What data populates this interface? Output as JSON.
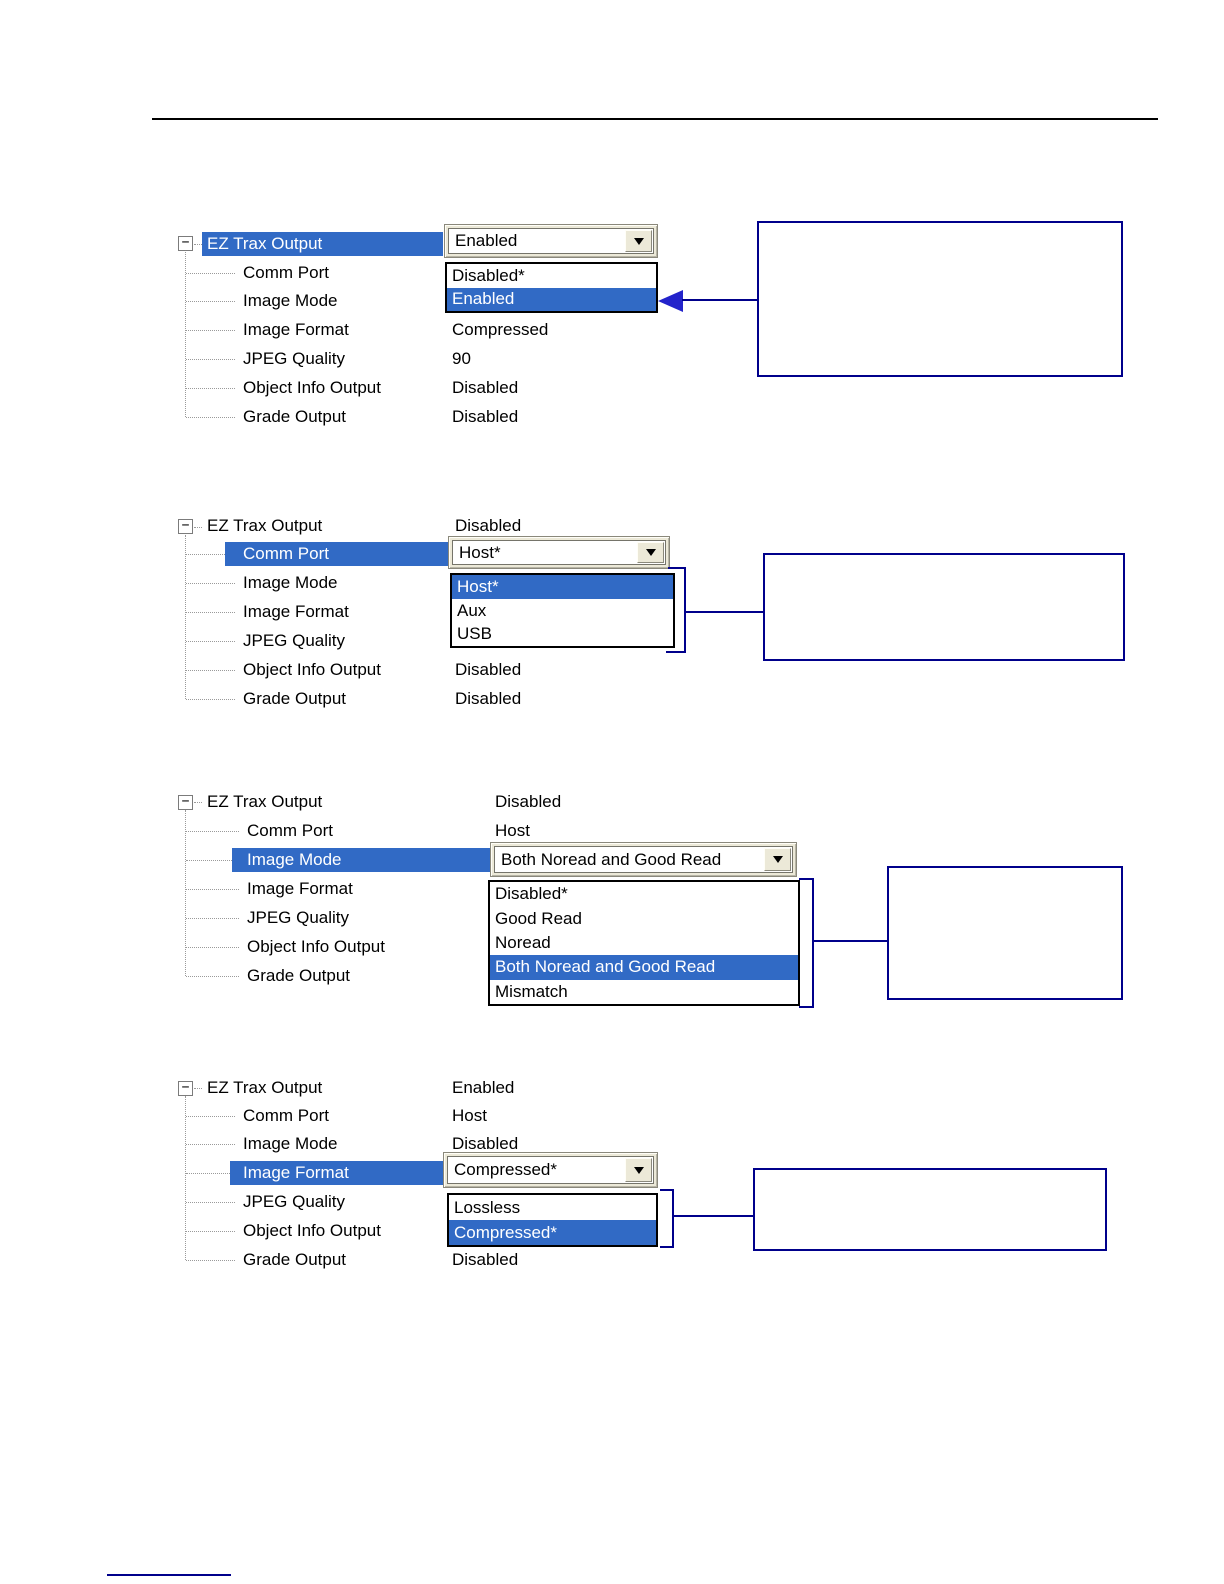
{
  "icons": {
    "tree_collapse": "−"
  },
  "colors": {
    "selection_blue": "#316ac5",
    "callout_navy": "#00008b",
    "arrow_blue": "#2323cb",
    "combo_face": "#ece9d8"
  },
  "sections": [
    {
      "id": "ez-trax-output-dropdown",
      "root": {
        "label": "EZ Trax Output",
        "value": ""
      },
      "children": [
        {
          "label": "Comm Port",
          "value": ""
        },
        {
          "label": "Image Mode",
          "value": ""
        },
        {
          "label": "Image Format",
          "value": "Compressed"
        },
        {
          "label": "JPEG Quality",
          "value": "90"
        },
        {
          "label": "Object Info Output",
          "value": "Disabled"
        },
        {
          "label": "Grade Output",
          "value": "Disabled"
        }
      ],
      "combobox": {
        "attached_to": "EZ Trax Output",
        "value": "Enabled"
      },
      "dropdown_items": [
        {
          "label": "Disabled*",
          "selected": false
        },
        {
          "label": "Enabled",
          "selected": true
        }
      ]
    },
    {
      "id": "comm-port-dropdown",
      "root": {
        "label": "EZ Trax Output",
        "value": "Disabled"
      },
      "children": [
        {
          "label": "Comm Port",
          "value": ""
        },
        {
          "label": "Image Mode",
          "value": ""
        },
        {
          "label": "Image Format",
          "value": ""
        },
        {
          "label": "JPEG Quality",
          "value": ""
        },
        {
          "label": "Object Info Output",
          "value": "Disabled"
        },
        {
          "label": "Grade Output",
          "value": "Disabled"
        }
      ],
      "combobox": {
        "attached_to": "Comm Port",
        "value": "Host*"
      },
      "dropdown_items": [
        {
          "label": "Host*",
          "selected": true
        },
        {
          "label": "Aux",
          "selected": false
        },
        {
          "label": "USB",
          "selected": false
        }
      ]
    },
    {
      "id": "image-mode-dropdown",
      "root": {
        "label": "EZ Trax Output",
        "value": "Disabled"
      },
      "children": [
        {
          "label": "Comm Port",
          "value": "Host"
        },
        {
          "label": "Image Mode",
          "value": ""
        },
        {
          "label": "Image Format",
          "value": ""
        },
        {
          "label": "JPEG Quality",
          "value": ""
        },
        {
          "label": "Object Info Output",
          "value": ""
        },
        {
          "label": "Grade Output",
          "value": ""
        }
      ],
      "combobox": {
        "attached_to": "Image Mode",
        "value": "Both Noread and Good Read"
      },
      "dropdown_items": [
        {
          "label": "Disabled*",
          "selected": false
        },
        {
          "label": "Good Read",
          "selected": false
        },
        {
          "label": "Noread",
          "selected": false
        },
        {
          "label": "Both Noread and Good Read",
          "selected": true
        },
        {
          "label": "Mismatch",
          "selected": false
        }
      ]
    },
    {
      "id": "image-format-dropdown",
      "root": {
        "label": "EZ Trax Output",
        "value": "Enabled"
      },
      "children": [
        {
          "label": "Comm Port",
          "value": "Host"
        },
        {
          "label": "Image Mode",
          "value": "Disabled"
        },
        {
          "label": "Image Format",
          "value": ""
        },
        {
          "label": "JPEG Quality",
          "value": ""
        },
        {
          "label": "Object Info Output",
          "value": ""
        },
        {
          "label": "Grade Output",
          "value": "Disabled"
        }
      ],
      "combobox": {
        "attached_to": "Image Format",
        "value": "Compressed*"
      },
      "dropdown_items": [
        {
          "label": "Lossless",
          "selected": false
        },
        {
          "label": "Compressed*",
          "selected": true
        }
      ]
    }
  ]
}
